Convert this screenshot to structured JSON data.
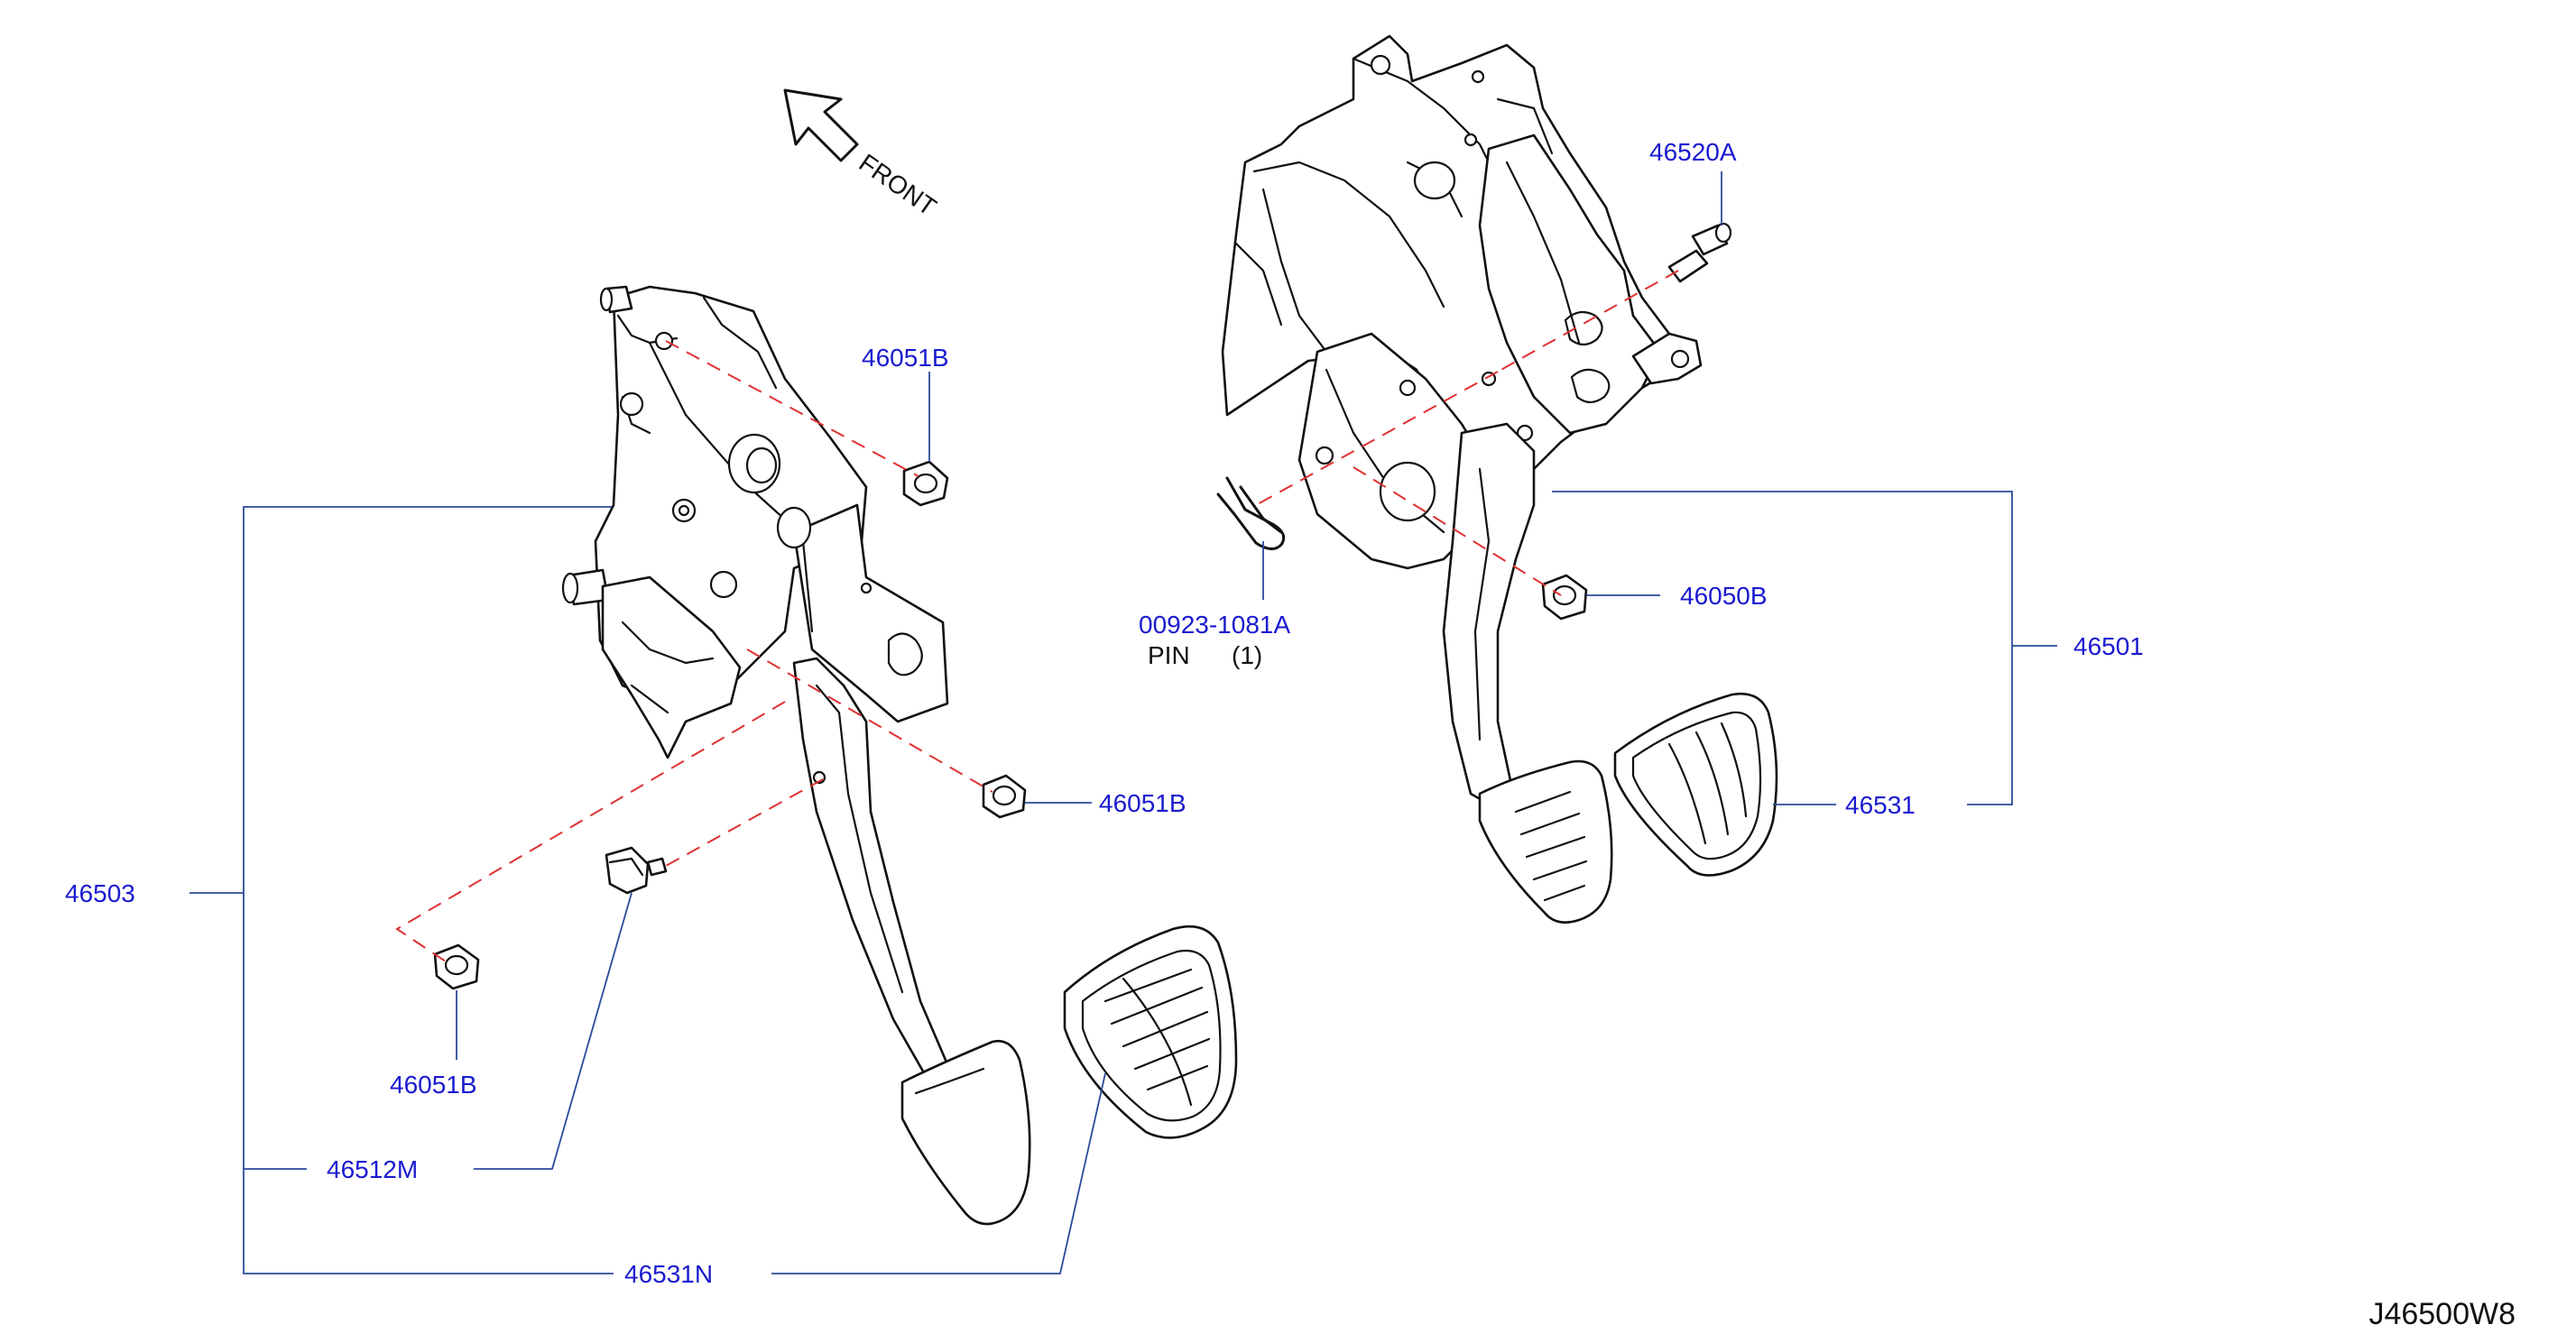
{
  "diagram_code": "J46500W8",
  "direction_label": "FRONT",
  "colors": {
    "label": "#1a1ad0",
    "text": "#111111",
    "leader": "#2b4a9a",
    "dash": "#e03030"
  },
  "parts": {
    "p46051B_top": "46051B",
    "p46051B_mid": "46051B",
    "p46051B_bottom": "46051B",
    "p46503": "46503",
    "p46512M": "46512M",
    "p46531N": "46531N",
    "p46520A": "46520A",
    "p00923": "00923-1081A",
    "pin_name": "PIN",
    "pin_qty": "(1)",
    "p46050B": "46050B",
    "p46501": "46501",
    "p46531": "46531"
  }
}
